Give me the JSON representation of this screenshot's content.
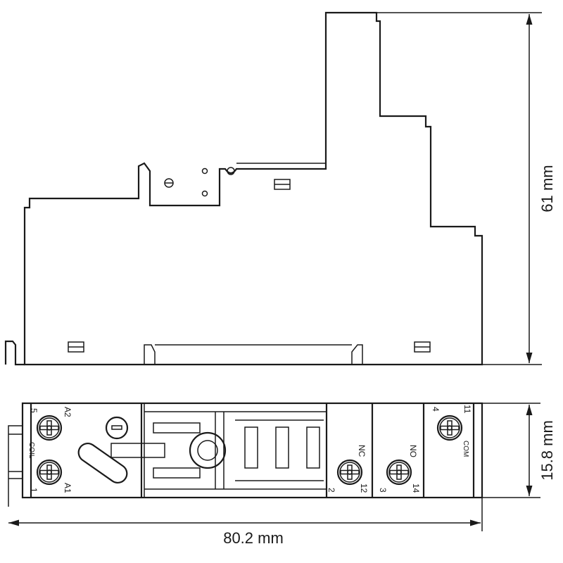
{
  "dimensions": {
    "height": "61 mm",
    "depth": "15.8 mm",
    "length": "80.2 mm"
  },
  "terminals": {
    "coil_top": {
      "number": "5",
      "name": "A2"
    },
    "coil_label": "COIL",
    "coil_bottom": {
      "number": "1",
      "name": "A1"
    },
    "nc": {
      "name": "NC",
      "num_a": "2",
      "num_b": "12"
    },
    "no": {
      "name": "NO",
      "num_a": "3",
      "num_b": "14"
    },
    "com": {
      "name": "COM",
      "num_a": "4",
      "num_b": "11"
    }
  }
}
